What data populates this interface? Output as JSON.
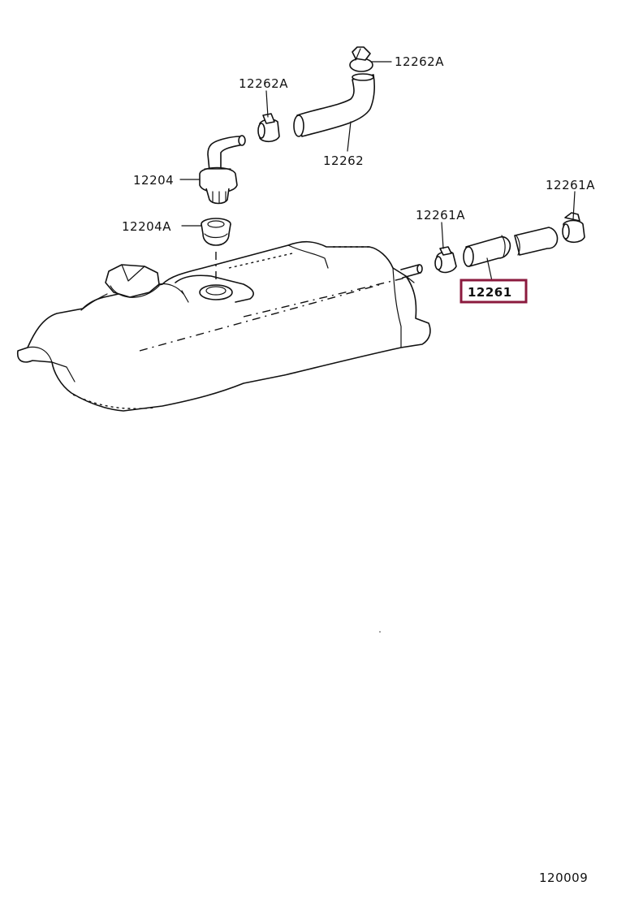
{
  "diagram": {
    "labels": {
      "hose_clamp_top": "12262A",
      "hose_clamp_left": "12262A",
      "ventilation_hose_upper": "12262",
      "pcv_valve": "12204",
      "grommet": "12204A",
      "hose_clamp_mid": "12261A",
      "hose_clamp_right": "12261A",
      "ventilation_hose_lower": "12261"
    },
    "highlight_color": "#8b1a3e",
    "reference_code": "120009"
  }
}
